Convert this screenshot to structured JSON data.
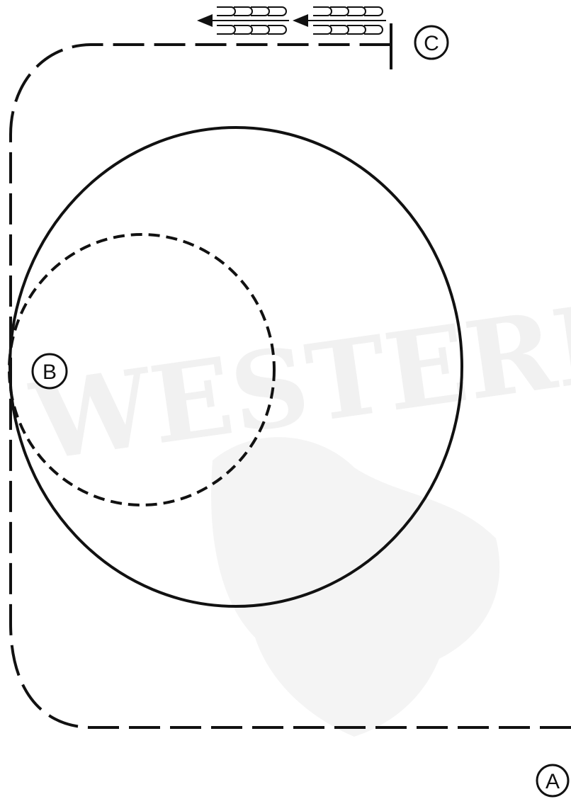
{
  "diagram": {
    "markers": [
      {
        "id": "A",
        "label": "A"
      },
      {
        "id": "B",
        "label": "B"
      },
      {
        "id": "C",
        "label": "C"
      }
    ],
    "watermark": "WESTERN RIDERS",
    "colors": {
      "line": "#111111",
      "background": "#ffffff",
      "watermark": "#f1f1f1"
    }
  }
}
